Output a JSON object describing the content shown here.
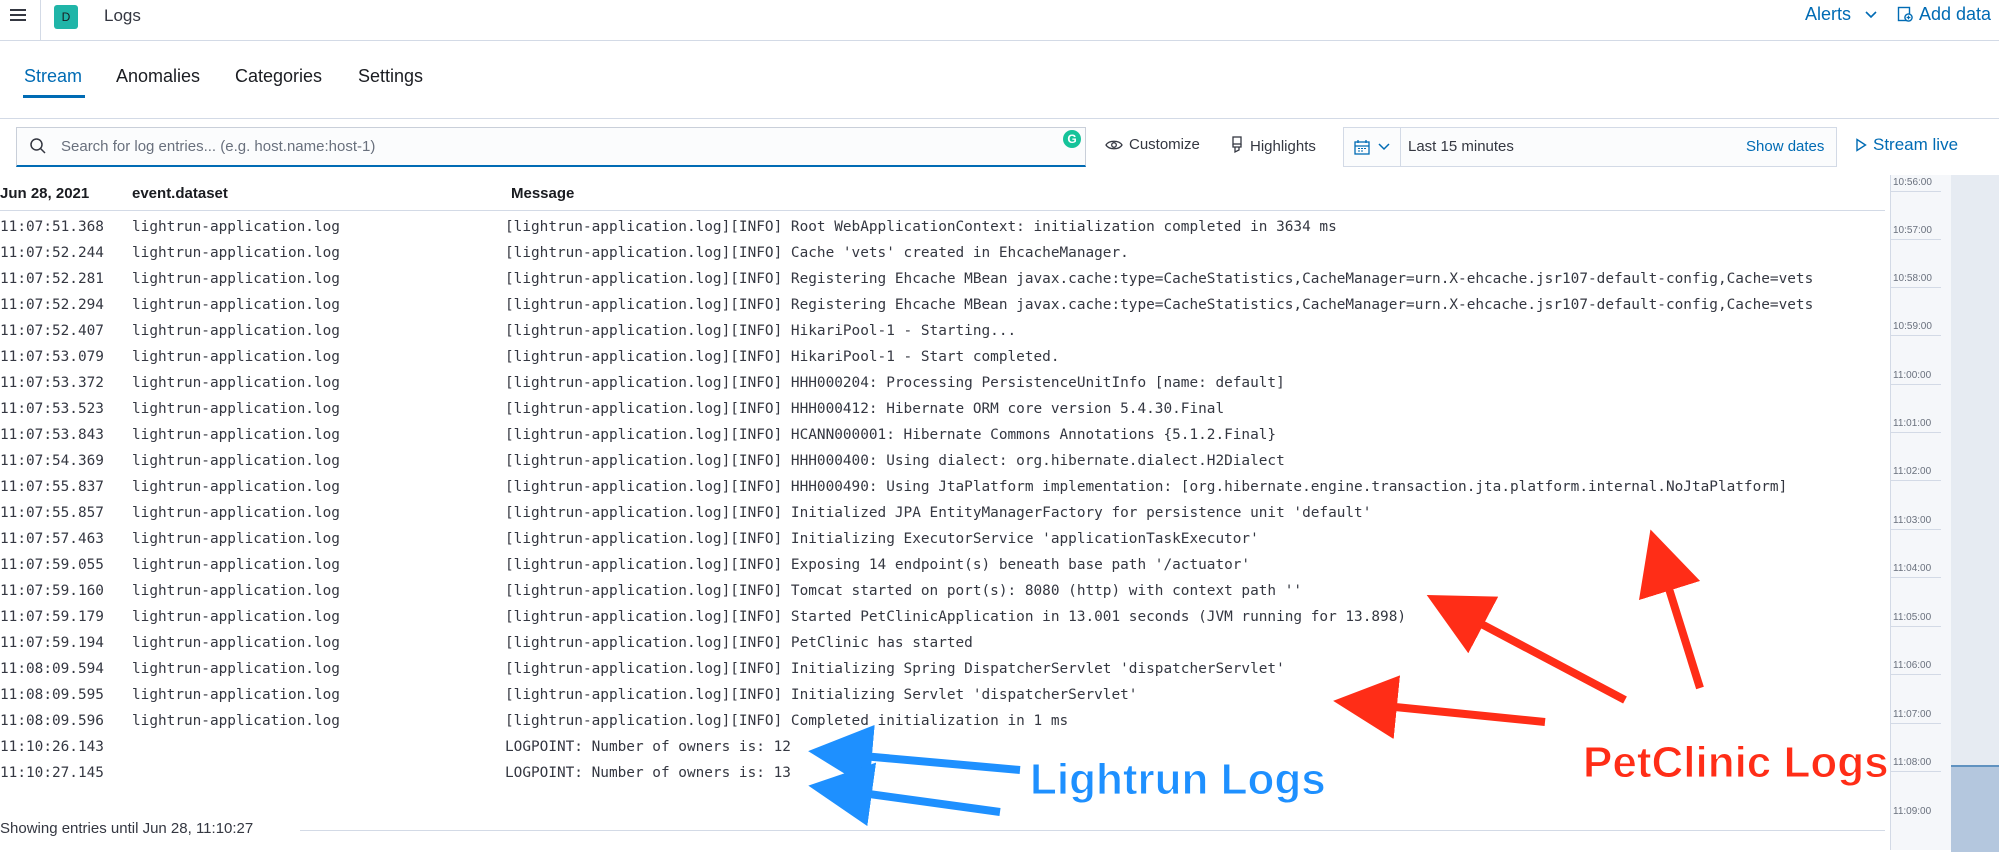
{
  "header": {
    "space_initial": "D",
    "app_title": "Logs",
    "alerts_label": "Alerts",
    "add_data_label": "Add data"
  },
  "tabs": [
    {
      "label": "Stream",
      "active": true
    },
    {
      "label": "Anomalies",
      "active": false
    },
    {
      "label": "Categories",
      "active": false
    },
    {
      "label": "Settings",
      "active": false
    }
  ],
  "toolbar": {
    "search_placeholder": "Search for log entries... (e.g. host.name:host-1)",
    "customize_label": "Customize",
    "highlights_label": "Highlights",
    "time_range": "Last 15 minutes",
    "show_dates_label": "Show dates",
    "stream_live_label": "Stream live"
  },
  "columns": {
    "date": "Jun 28, 2021",
    "dataset": "event.dataset",
    "message": "Message"
  },
  "rows": [
    {
      "time": "11:07:51.368",
      "dataset": "lightrun-application.log",
      "message": "[lightrun-application.log][INFO] Root WebApplicationContext: initialization completed in 3634 ms"
    },
    {
      "time": "11:07:52.244",
      "dataset": "lightrun-application.log",
      "message": "[lightrun-application.log][INFO] Cache 'vets' created in EhcacheManager."
    },
    {
      "time": "11:07:52.281",
      "dataset": "lightrun-application.log",
      "message": "[lightrun-application.log][INFO] Registering Ehcache MBean javax.cache:type=CacheStatistics,CacheManager=urn.X-ehcache.jsr107-default-config,Cache=vets"
    },
    {
      "time": "11:07:52.294",
      "dataset": "lightrun-application.log",
      "message": "[lightrun-application.log][INFO] Registering Ehcache MBean javax.cache:type=CacheStatistics,CacheManager=urn.X-ehcache.jsr107-default-config,Cache=vets"
    },
    {
      "time": "11:07:52.407",
      "dataset": "lightrun-application.log",
      "message": "[lightrun-application.log][INFO] HikariPool-1 - Starting..."
    },
    {
      "time": "11:07:53.079",
      "dataset": "lightrun-application.log",
      "message": "[lightrun-application.log][INFO] HikariPool-1 - Start completed."
    },
    {
      "time": "11:07:53.372",
      "dataset": "lightrun-application.log",
      "message": "[lightrun-application.log][INFO] HHH000204: Processing PersistenceUnitInfo [name: default]"
    },
    {
      "time": "11:07:53.523",
      "dataset": "lightrun-application.log",
      "message": "[lightrun-application.log][INFO] HHH000412: Hibernate ORM core version 5.4.30.Final"
    },
    {
      "time": "11:07:53.843",
      "dataset": "lightrun-application.log",
      "message": "[lightrun-application.log][INFO] HCANN000001: Hibernate Commons Annotations {5.1.2.Final}"
    },
    {
      "time": "11:07:54.369",
      "dataset": "lightrun-application.log",
      "message": "[lightrun-application.log][INFO] HHH000400: Using dialect: org.hibernate.dialect.H2Dialect"
    },
    {
      "time": "11:07:55.837",
      "dataset": "lightrun-application.log",
      "message": "[lightrun-application.log][INFO] HHH000490: Using JtaPlatform implementation: [org.hibernate.engine.transaction.jta.platform.internal.NoJtaPlatform]"
    },
    {
      "time": "11:07:55.857",
      "dataset": "lightrun-application.log",
      "message": "[lightrun-application.log][INFO] Initialized JPA EntityManagerFactory for persistence unit 'default'"
    },
    {
      "time": "11:07:57.463",
      "dataset": "lightrun-application.log",
      "message": "[lightrun-application.log][INFO] Initializing ExecutorService 'applicationTaskExecutor'"
    },
    {
      "time": "11:07:59.055",
      "dataset": "lightrun-application.log",
      "message": "[lightrun-application.log][INFO] Exposing 14 endpoint(s) beneath base path '/actuator'"
    },
    {
      "time": "11:07:59.160",
      "dataset": "lightrun-application.log",
      "message": "[lightrun-application.log][INFO] Tomcat started on port(s): 8080 (http) with context path ''"
    },
    {
      "time": "11:07:59.179",
      "dataset": "lightrun-application.log",
      "message": "[lightrun-application.log][INFO] Started PetClinicApplication in 13.001 seconds (JVM running for 13.898)"
    },
    {
      "time": "11:07:59.194",
      "dataset": "lightrun-application.log",
      "message": "[lightrun-application.log][INFO] PetClinic has started"
    },
    {
      "time": "11:08:09.594",
      "dataset": "lightrun-application.log",
      "message": "[lightrun-application.log][INFO] Initializing Spring DispatcherServlet 'dispatcherServlet'"
    },
    {
      "time": "11:08:09.595",
      "dataset": "lightrun-application.log",
      "message": "[lightrun-application.log][INFO] Initializing Servlet 'dispatcherServlet'"
    },
    {
      "time": "11:08:09.596",
      "dataset": "lightrun-application.log",
      "message": "[lightrun-application.log][INFO] Completed initialization in 1 ms"
    },
    {
      "time": "11:10:26.143",
      "dataset": "",
      "message": "LOGPOINT: Number of owners is: 12"
    },
    {
      "time": "11:10:27.145",
      "dataset": "",
      "message": "LOGPOINT: Number of owners is: 13"
    }
  ],
  "footer_text": "Showing entries until Jun 28, 11:10:27",
  "minimap_ticks": [
    "10:56:00",
    "10:57:00",
    "10:58:00",
    "10:59:00",
    "11:00:00",
    "11:01:00",
    "11:02:00",
    "11:03:00",
    "11:04:00",
    "11:05:00",
    "11:06:00",
    "11:07:00",
    "11:08:00",
    "11:09:00"
  ],
  "annotations": {
    "lightrun_label": "Lightrun Logs",
    "petclinic_label": "PetClinic Logs",
    "lightrun_color": "#1e90ff",
    "petclinic_color": "#ff2d17"
  },
  "colors": {
    "accent": "#006bb4",
    "space_avatar": "#20b5a8",
    "grammarly": "#15c39a"
  }
}
